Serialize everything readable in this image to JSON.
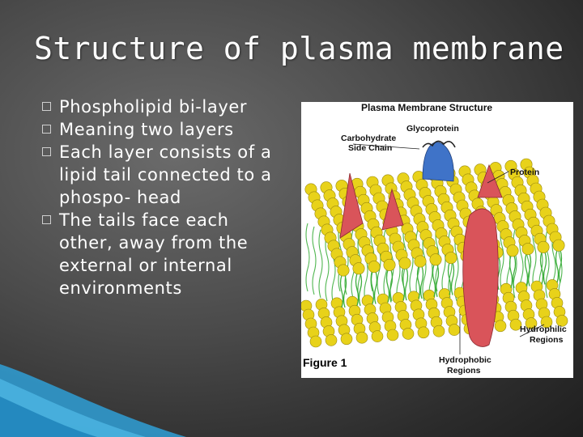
{
  "slide": {
    "title": "Structure of plasma membrane",
    "bullets": [
      "Phospholipid bi-layer",
      "Meaning two layers",
      "Each layer consists of a lipid tail connected to a phospo- head",
      "The tails face each other, away from the external or internal environments"
    ]
  },
  "figure": {
    "title": "Plasma Membrane Structure",
    "labels": {
      "glycoprotein": "Glycoprotein",
      "carbohydrate": "Carbohydrate",
      "side_chain": "Side Chain",
      "protein": "Protein",
      "hydrophilic": "Hydrophilic",
      "hydrophilic_regions": "Regions",
      "hydrophobic": "Hydrophobic",
      "hydrophobic_regions": "Regions"
    },
    "caption": "Figure 1"
  },
  "colors": {
    "background": "#4a4a4a",
    "text": "#ffffff",
    "lipid_head": "#e8d21a",
    "lipid_tail": "#3cae3c",
    "protein_red": "#d9545a",
    "glycoprotein_blue": "#3f73c8",
    "accent_swoosh": "#2f9fd6"
  }
}
